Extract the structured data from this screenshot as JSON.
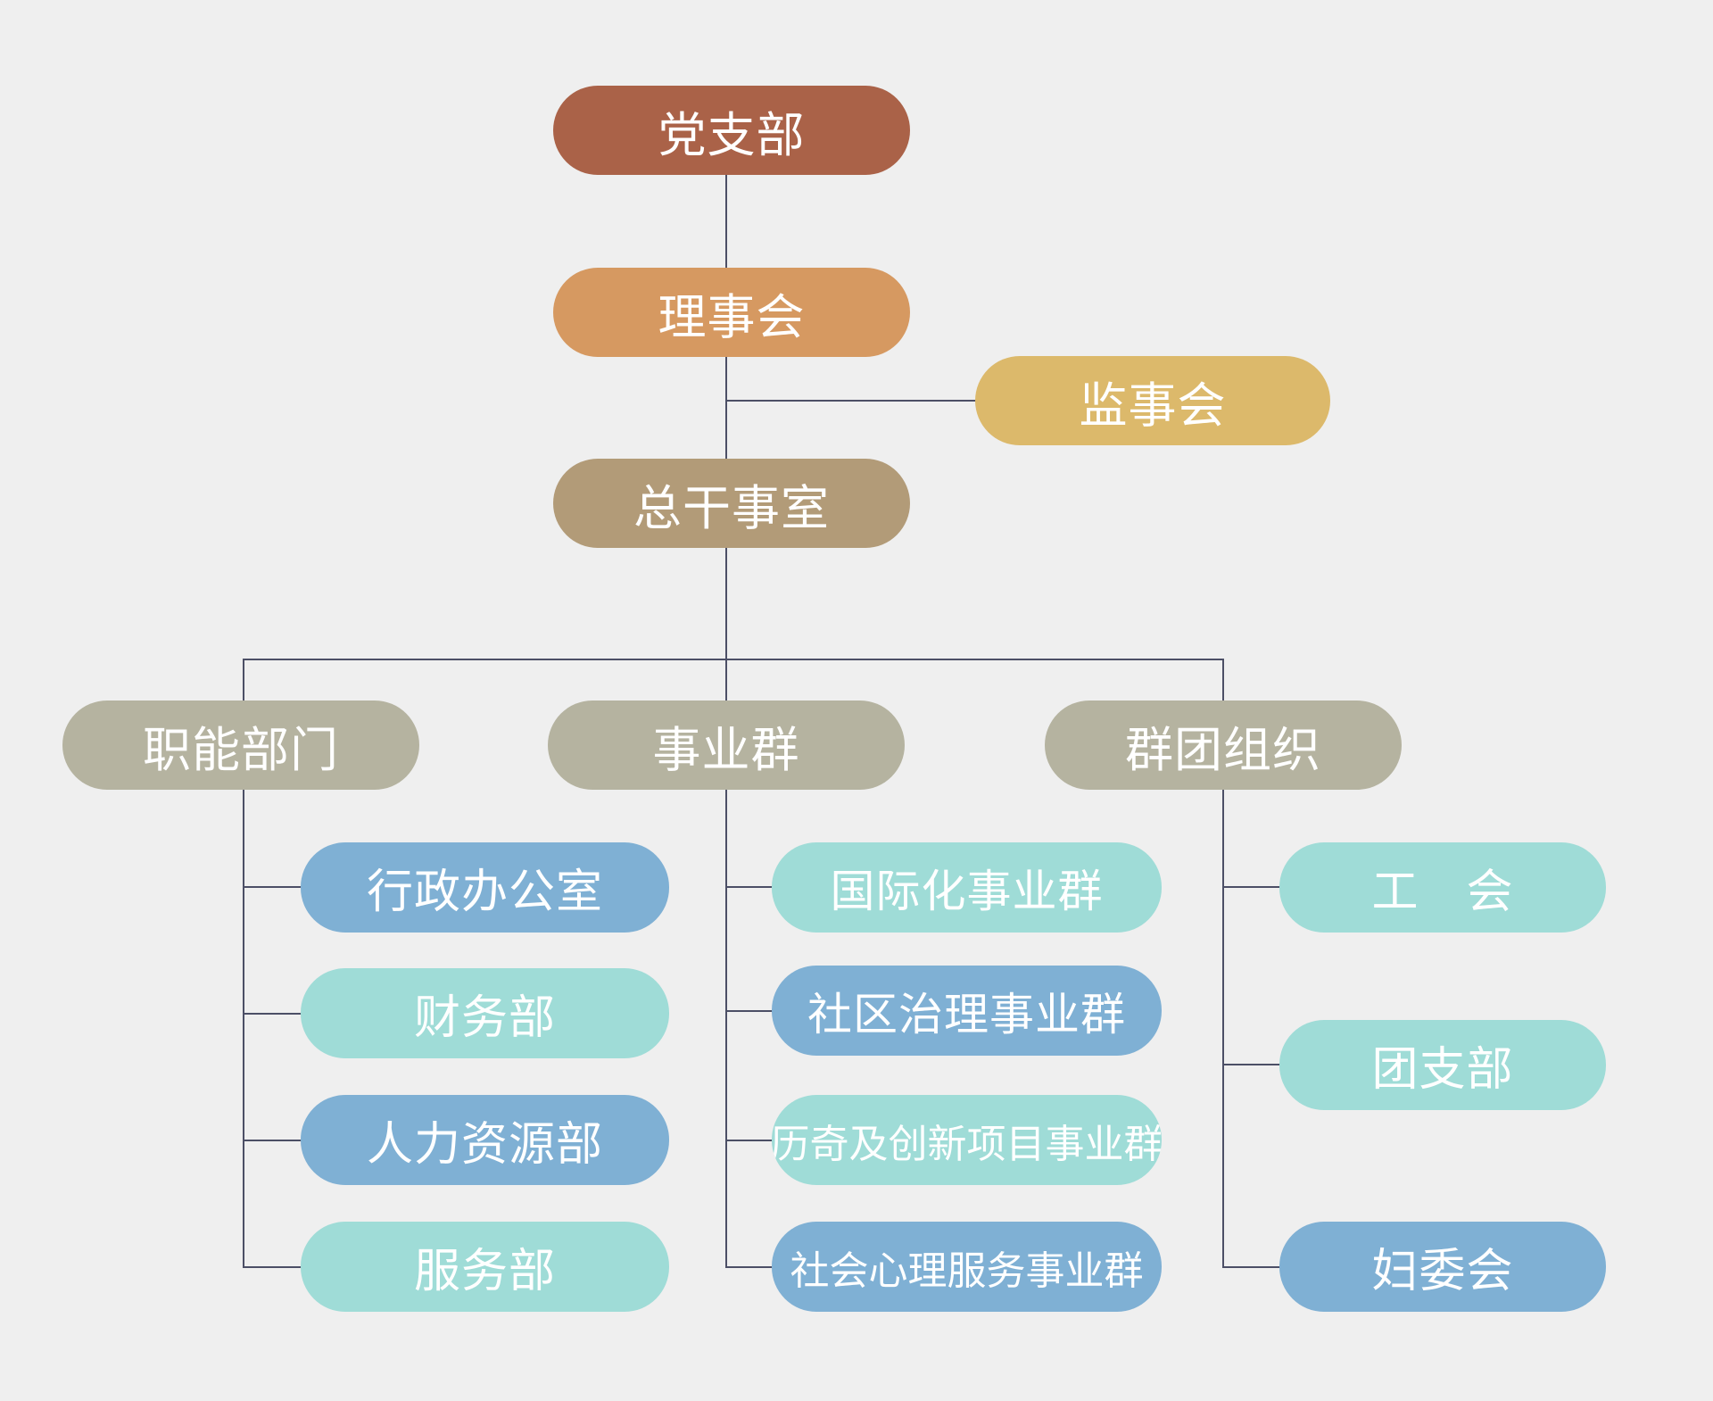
{
  "colors": {
    "background": "#efefef",
    "connector": "#4c4f66",
    "partyBranch": "#aa6248",
    "board": "#d69961",
    "supervisory": "#dcb96b",
    "secretariat": "#b29b78",
    "group": "#b5b3a0",
    "blue": "#7fb0d4",
    "teal": "#9fdcd7",
    "text": "#ffffff"
  },
  "nodes": {
    "partyBranch": {
      "label": "党支部",
      "color": "#aa6248"
    },
    "board": {
      "label": "理事会",
      "color": "#d69961"
    },
    "supervisory": {
      "label": "监事会",
      "color": "#dcb96b"
    },
    "secretariat": {
      "label": "总干事室",
      "color": "#b29b78"
    },
    "functional": {
      "label": "职能部门",
      "color": "#b5b3a0"
    },
    "business": {
      "label": "事业群",
      "color": "#b5b3a0"
    },
    "mass": {
      "label": "群团组织",
      "color": "#b5b3a0"
    },
    "admin": {
      "label": "行政办公室",
      "color": "#7fb0d4"
    },
    "finance": {
      "label": "财务部",
      "color": "#9fdcd7"
    },
    "hr": {
      "label": "人力资源部",
      "color": "#7fb0d4"
    },
    "service": {
      "label": "服务部",
      "color": "#9fdcd7"
    },
    "intl": {
      "label": "国际化事业群",
      "color": "#9fdcd7"
    },
    "community": {
      "label": "社区治理事业群",
      "color": "#7fb0d4"
    },
    "innovation": {
      "label": "历奇及创新项目事业群",
      "color": "#9fdcd7"
    },
    "psych": {
      "label": "社会心理服务事业群",
      "color": "#7fb0d4"
    },
    "union": {
      "label": "工　会",
      "color": "#9fdcd7"
    },
    "youth": {
      "label": "团支部",
      "color": "#9fdcd7"
    },
    "women": {
      "label": "妇委会",
      "color": "#7fb0d4"
    }
  }
}
